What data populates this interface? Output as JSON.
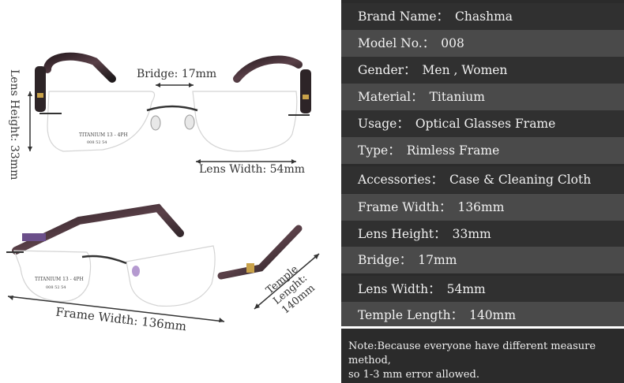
{
  "measurements": {
    "bridge": "Bridge: 17mm",
    "lens_height": "Lens Height: 33mm",
    "lens_width": "Lens Width: 54mm",
    "frame_width": "Frame Width:  136mm",
    "temple_length": "Temple Lenght: 140mm",
    "temple_imprint_top": "TITANIUM  13 - 4PH",
    "size_imprint_top": "008 52 54",
    "temple_imprint_bottom": "TITANIUM  13 - 4PH",
    "size_imprint_bottom": "008 52 54"
  },
  "specs": [
    {
      "key": "Brand Name：",
      "value": "Chashma"
    },
    {
      "key": "Model No.：",
      "value": "008"
    },
    {
      "key": "Gender：",
      "value": "Men , Women"
    },
    {
      "key": "Material：",
      "value": "Titanium"
    },
    {
      "key": "Usage：",
      "value": "Optical Glasses Frame"
    },
    {
      "key": "Type：",
      "value": "Rimless Frame"
    },
    {
      "key": "Accessories：",
      "value": "Case & Cleaning Cloth"
    },
    {
      "key": "Frame Width：",
      "value": "136mm"
    },
    {
      "key": "Lens Height：",
      "value": "33mm"
    },
    {
      "key": "Bridge：",
      "value": "17mm"
    },
    {
      "key": "Lens Width：",
      "value": "54mm"
    },
    {
      "key": "Temple Length：",
      "value": "140mm"
    }
  ],
  "note": {
    "line1": "Note:Because everyone have different measure method,",
    "line2": "so 1-3 mm error allowed."
  },
  "colors": {
    "panel_dark": "#303030",
    "panel_light": "#4a4a4a",
    "text": "#f2f2f2",
    "temple_tortoise": "#3a2a30"
  }
}
